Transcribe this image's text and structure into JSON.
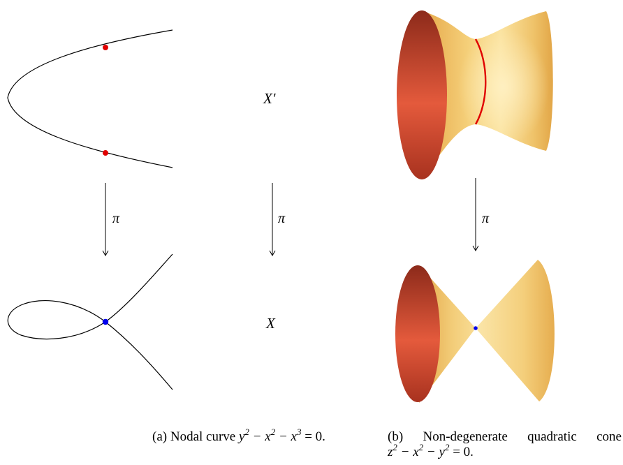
{
  "labels": {
    "x_prime": "X′",
    "x": "X",
    "pi": "π"
  },
  "captions": {
    "a": {
      "tag": "(a)",
      "text": "Nodal curve",
      "equation_parts": [
        "y",
        "2",
        " − x",
        "2",
        " − x",
        "3",
        " = 0."
      ]
    },
    "b": {
      "tag": "(b)",
      "words": [
        "Non-degenerate",
        "quadratic",
        "cone"
      ],
      "equation_parts": [
        "z",
        "2",
        " − x",
        "2",
        " − y",
        "2",
        " = 0."
      ]
    }
  },
  "colors": {
    "curve": "#000000",
    "preimage_points": "#e00000",
    "node_point": "#0000ee",
    "surface_gold": "#e9b75a",
    "surface_light": "#fbe6a4",
    "surface_red": "#c9432c",
    "exceptional_curve": "#e00000"
  }
}
